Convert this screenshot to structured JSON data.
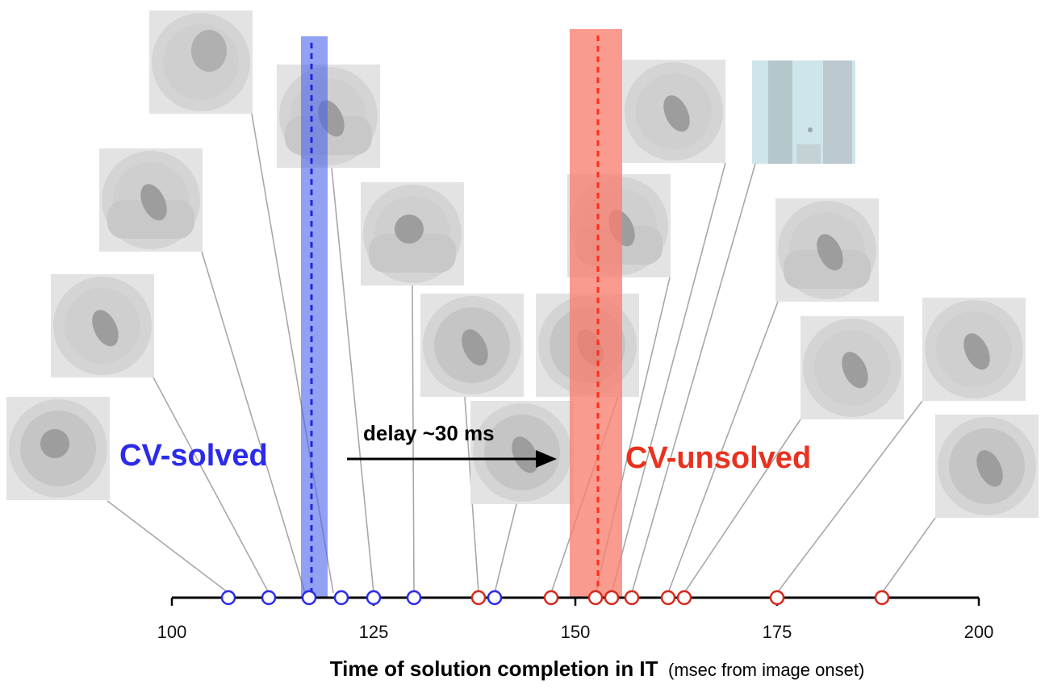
{
  "chart_data": {
    "type": "scatter",
    "xlim": [
      100,
      200
    ],
    "x_ticks": [
      "100",
      "125",
      "150",
      "175",
      "200"
    ],
    "xlabel": "Time of solution completion in IT",
    "xlabel_note": "(msec from image onset)",
    "series": [
      {
        "name": "CV-solved",
        "color": "#2b2bea",
        "x": [
          107,
          112,
          117,
          121,
          125,
          130,
          140
        ]
      },
      {
        "name": "CV-unsolved",
        "color": "#d42a1c",
        "x": [
          138,
          147,
          152.5,
          154.5,
          157,
          161.5,
          163.5,
          175,
          188
        ]
      }
    ],
    "means": [
      {
        "series": "CV-solved",
        "x": 117.3,
        "band": [
          116,
          119.3
        ],
        "color": "#4a63ea",
        "band_opacity": 0.6
      },
      {
        "series": "CV-unsolved",
        "x": 152.8,
        "band": [
          149.3,
          155.8
        ],
        "color": "#f77f70",
        "band_opacity": 0.78
      }
    ],
    "annotations": {
      "solved_label": "CV-solved",
      "unsolved_label": "CV-unsolved",
      "delay_label": "delay ~30 ms"
    },
    "thumbnails": [
      {
        "x": 107,
        "theme": "ball"
      },
      {
        "x": 112,
        "theme": "zebra"
      },
      {
        "x": 116.5,
        "theme": "hippo"
      },
      {
        "x": 120,
        "theme": "head"
      },
      {
        "x": 125,
        "theme": "horse"
      },
      {
        "x": 130,
        "theme": "sea-ball"
      },
      {
        "x": 138,
        "theme": "trees"
      },
      {
        "x": 140,
        "theme": "rock"
      },
      {
        "x": 147,
        "theme": "forest"
      },
      {
        "x": 152.5,
        "theme": "dog"
      },
      {
        "x": 154.5,
        "theme": "room"
      },
      {
        "x": 157,
        "theme": "city"
      },
      {
        "x": 161.5,
        "theme": "sunset"
      },
      {
        "x": 163.5,
        "theme": "snow-car"
      },
      {
        "x": 175,
        "theme": "wall"
      },
      {
        "x": 188,
        "theme": "plane"
      }
    ]
  }
}
